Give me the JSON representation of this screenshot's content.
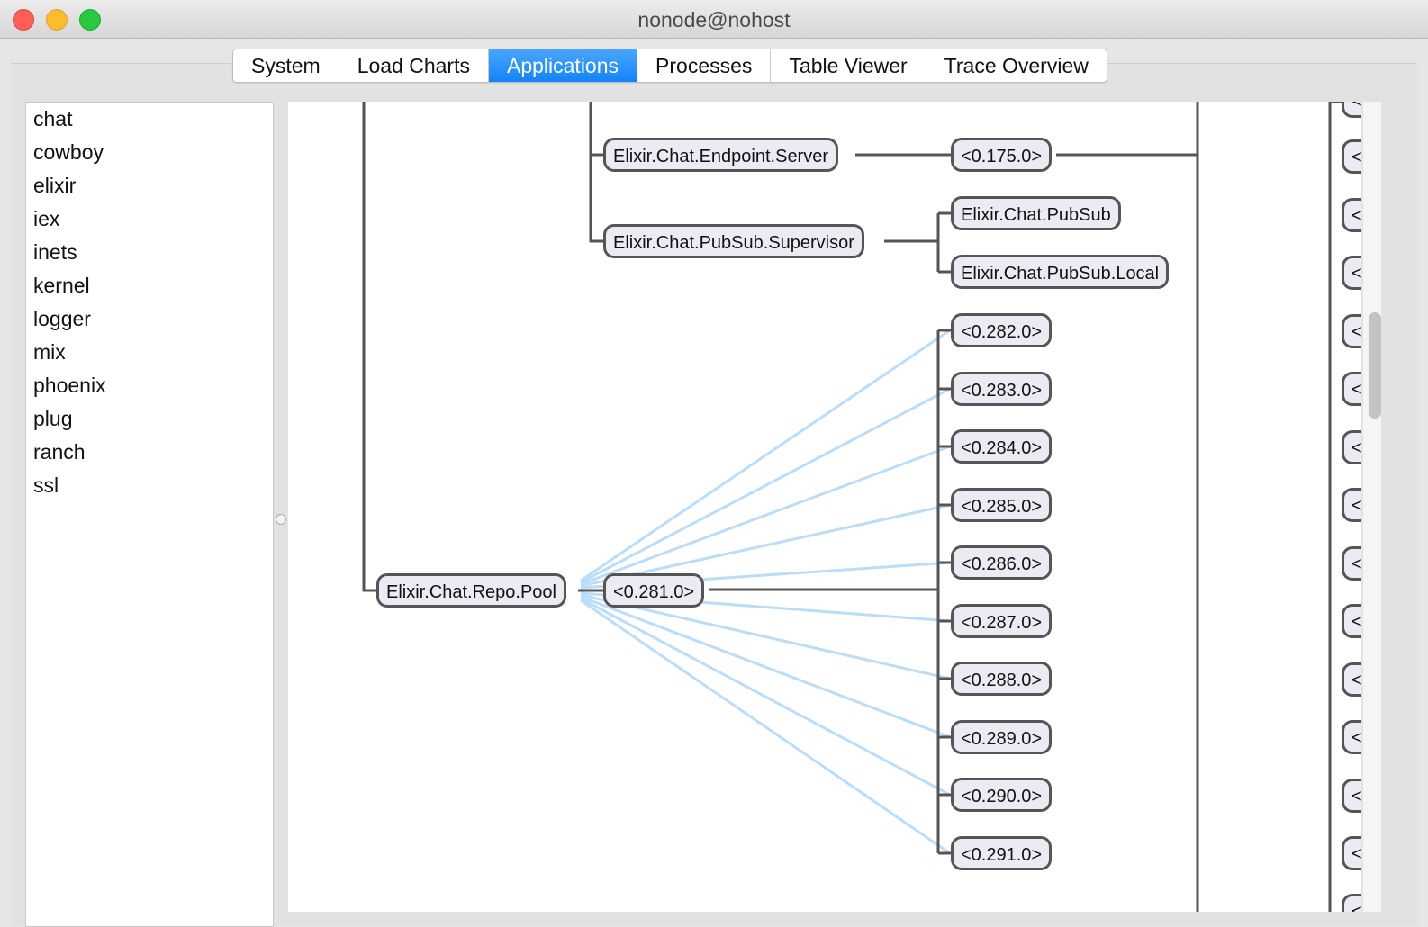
{
  "window": {
    "title": "nonode@nohost"
  },
  "tabs": [
    {
      "label": "System",
      "active": false
    },
    {
      "label": "Load Charts",
      "active": false
    },
    {
      "label": "Applications",
      "active": true
    },
    {
      "label": "Processes",
      "active": false
    },
    {
      "label": "Table Viewer",
      "active": false
    },
    {
      "label": "Trace Overview",
      "active": false
    }
  ],
  "applications": [
    "chat",
    "cowboy",
    "elixir",
    "iex",
    "inets",
    "kernel",
    "logger",
    "mix",
    "phoenix",
    "plug",
    "ranch",
    "ssl"
  ],
  "tree": {
    "endpoint_server": "Elixir.Chat.Endpoint.Server",
    "endpoint_pid": "<0.175.0>",
    "pubsub_supervisor": "Elixir.Chat.PubSub.Supervisor",
    "pubsub": "Elixir.Chat.PubSub",
    "pubsub_local": "Elixir.Chat.PubSub.Local",
    "repo_pool": "Elixir.Chat.Repo.Pool",
    "repo_pool_pid": "<0.281.0>",
    "workers": [
      "<0.282.0>",
      "<0.283.0>",
      "<0.284.0>",
      "<0.285.0>",
      "<0.286.0>",
      "<0.287.0>",
      "<0.288.0>",
      "<0.289.0>",
      "<0.290.0>",
      "<0.291.0>"
    ],
    "truncated_label": "<"
  },
  "colors": {
    "tab_active": "#1483f6",
    "link_line": "#bcdcf8",
    "tree_line": "#555555",
    "node_fill": "#ecebf3"
  }
}
